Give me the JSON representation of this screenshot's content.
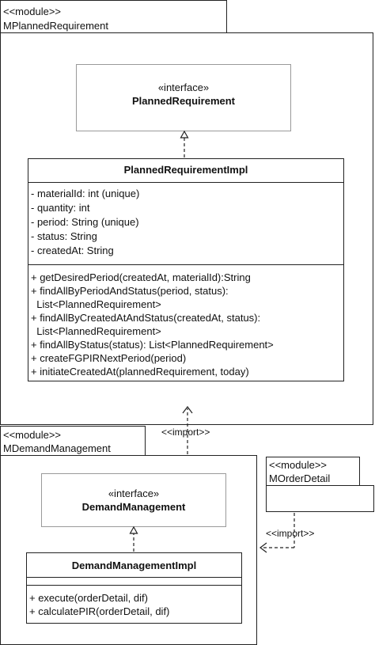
{
  "module_planned": {
    "stereotype": "<<module>>",
    "name": "MPlannedRequirement"
  },
  "planned_interface": {
    "stereotype": "«interface»",
    "name": "PlannedRequirement"
  },
  "planned_impl": {
    "name": "PlannedRequirementImpl",
    "attributes": [
      "- materialId: int (unique)",
      "- quantity: int",
      "- period: String (unique)",
      "- status: String",
      "- createdAt: String"
    ],
    "methods": [
      "+ getDesiredPeriod(createdAt, materialId):String",
      "+ findAllByPeriodAndStatus(period, status):",
      "  List<PlannedRequirement>",
      "+ findAllByCreatedAtAndStatus(createdAt, status):",
      "  List<PlannedRequirement>",
      "+ findAllByStatus(status): List<PlannedRequirement>",
      "+ createFGPIRNextPeriod(period)",
      "+ initiateCreatedAt(plannedRequirement, today)"
    ]
  },
  "import_label_1": "<<import>>",
  "module_demand": {
    "stereotype": "<<module>>",
    "name": "MDemandManagement"
  },
  "demand_interface": {
    "stereotype": "«interface»",
    "name": "DemandManagement"
  },
  "demand_impl": {
    "name": "DemandManagementImpl",
    "methods": [
      "+ execute(orderDetail, dif)",
      "+ calculatePIR(orderDetail, dif)"
    ]
  },
  "module_order": {
    "stereotype": "<<module>>",
    "name": "MOrderDetail"
  },
  "import_label_2": "<<import>>"
}
